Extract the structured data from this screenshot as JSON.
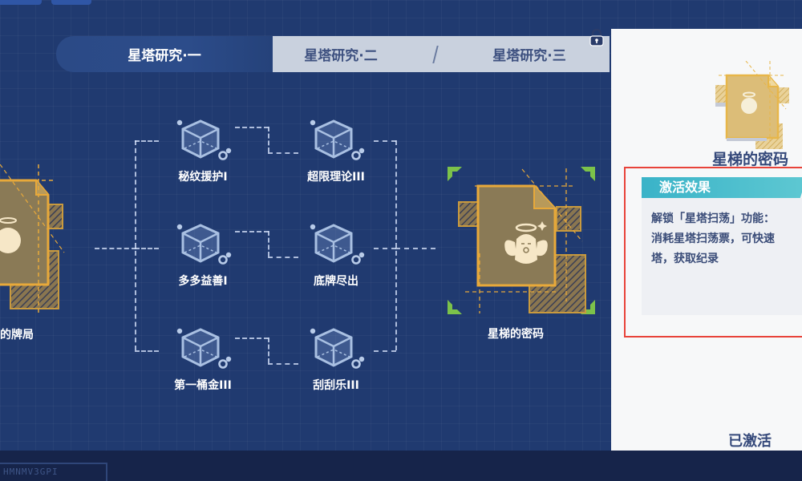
{
  "tabs": [
    {
      "label": "星塔研究·一",
      "active": true
    },
    {
      "label": "星塔研究·二",
      "active": false
    },
    {
      "label": "星塔研究·三",
      "active": false,
      "locked": true
    }
  ],
  "icons": {
    "lock": "lock-icon",
    "cube": "cube-icon",
    "blueprint": "blueprint-card-icon"
  },
  "tree": {
    "left_node": {
      "label": "的牌局",
      "icon": "blueprint-card-icon"
    },
    "columns": [
      {
        "nodes": [
          {
            "label": "秘纹援护I"
          },
          {
            "label": "多多益善I"
          },
          {
            "label": "第一桶金III"
          }
        ]
      },
      {
        "nodes": [
          {
            "label": "超限理论III"
          },
          {
            "label": "底牌尽出"
          },
          {
            "label": "刮刮乐III"
          }
        ]
      }
    ],
    "right_node": {
      "label": "星梯的密码",
      "icon": "blueprint-card-icon",
      "selected": true
    }
  },
  "detail_panel": {
    "title": "星梯的密码",
    "effect_header": "激活效果",
    "effect_lines": [
      "解锁「星塔扫荡」功能：",
      "消耗星塔扫荡票，可快速",
      "塔，获取纪录"
    ],
    "status": "已激活"
  },
  "bottom_deco_text": "HMNMV3GPI",
  "colors": {
    "background": "#203a70",
    "accent_gold": "#e8a93a",
    "selection_green": "#7cc24a",
    "effect_header": "#3ab3c8",
    "highlight_border": "#e8433a",
    "panel_text": "#34487a"
  }
}
